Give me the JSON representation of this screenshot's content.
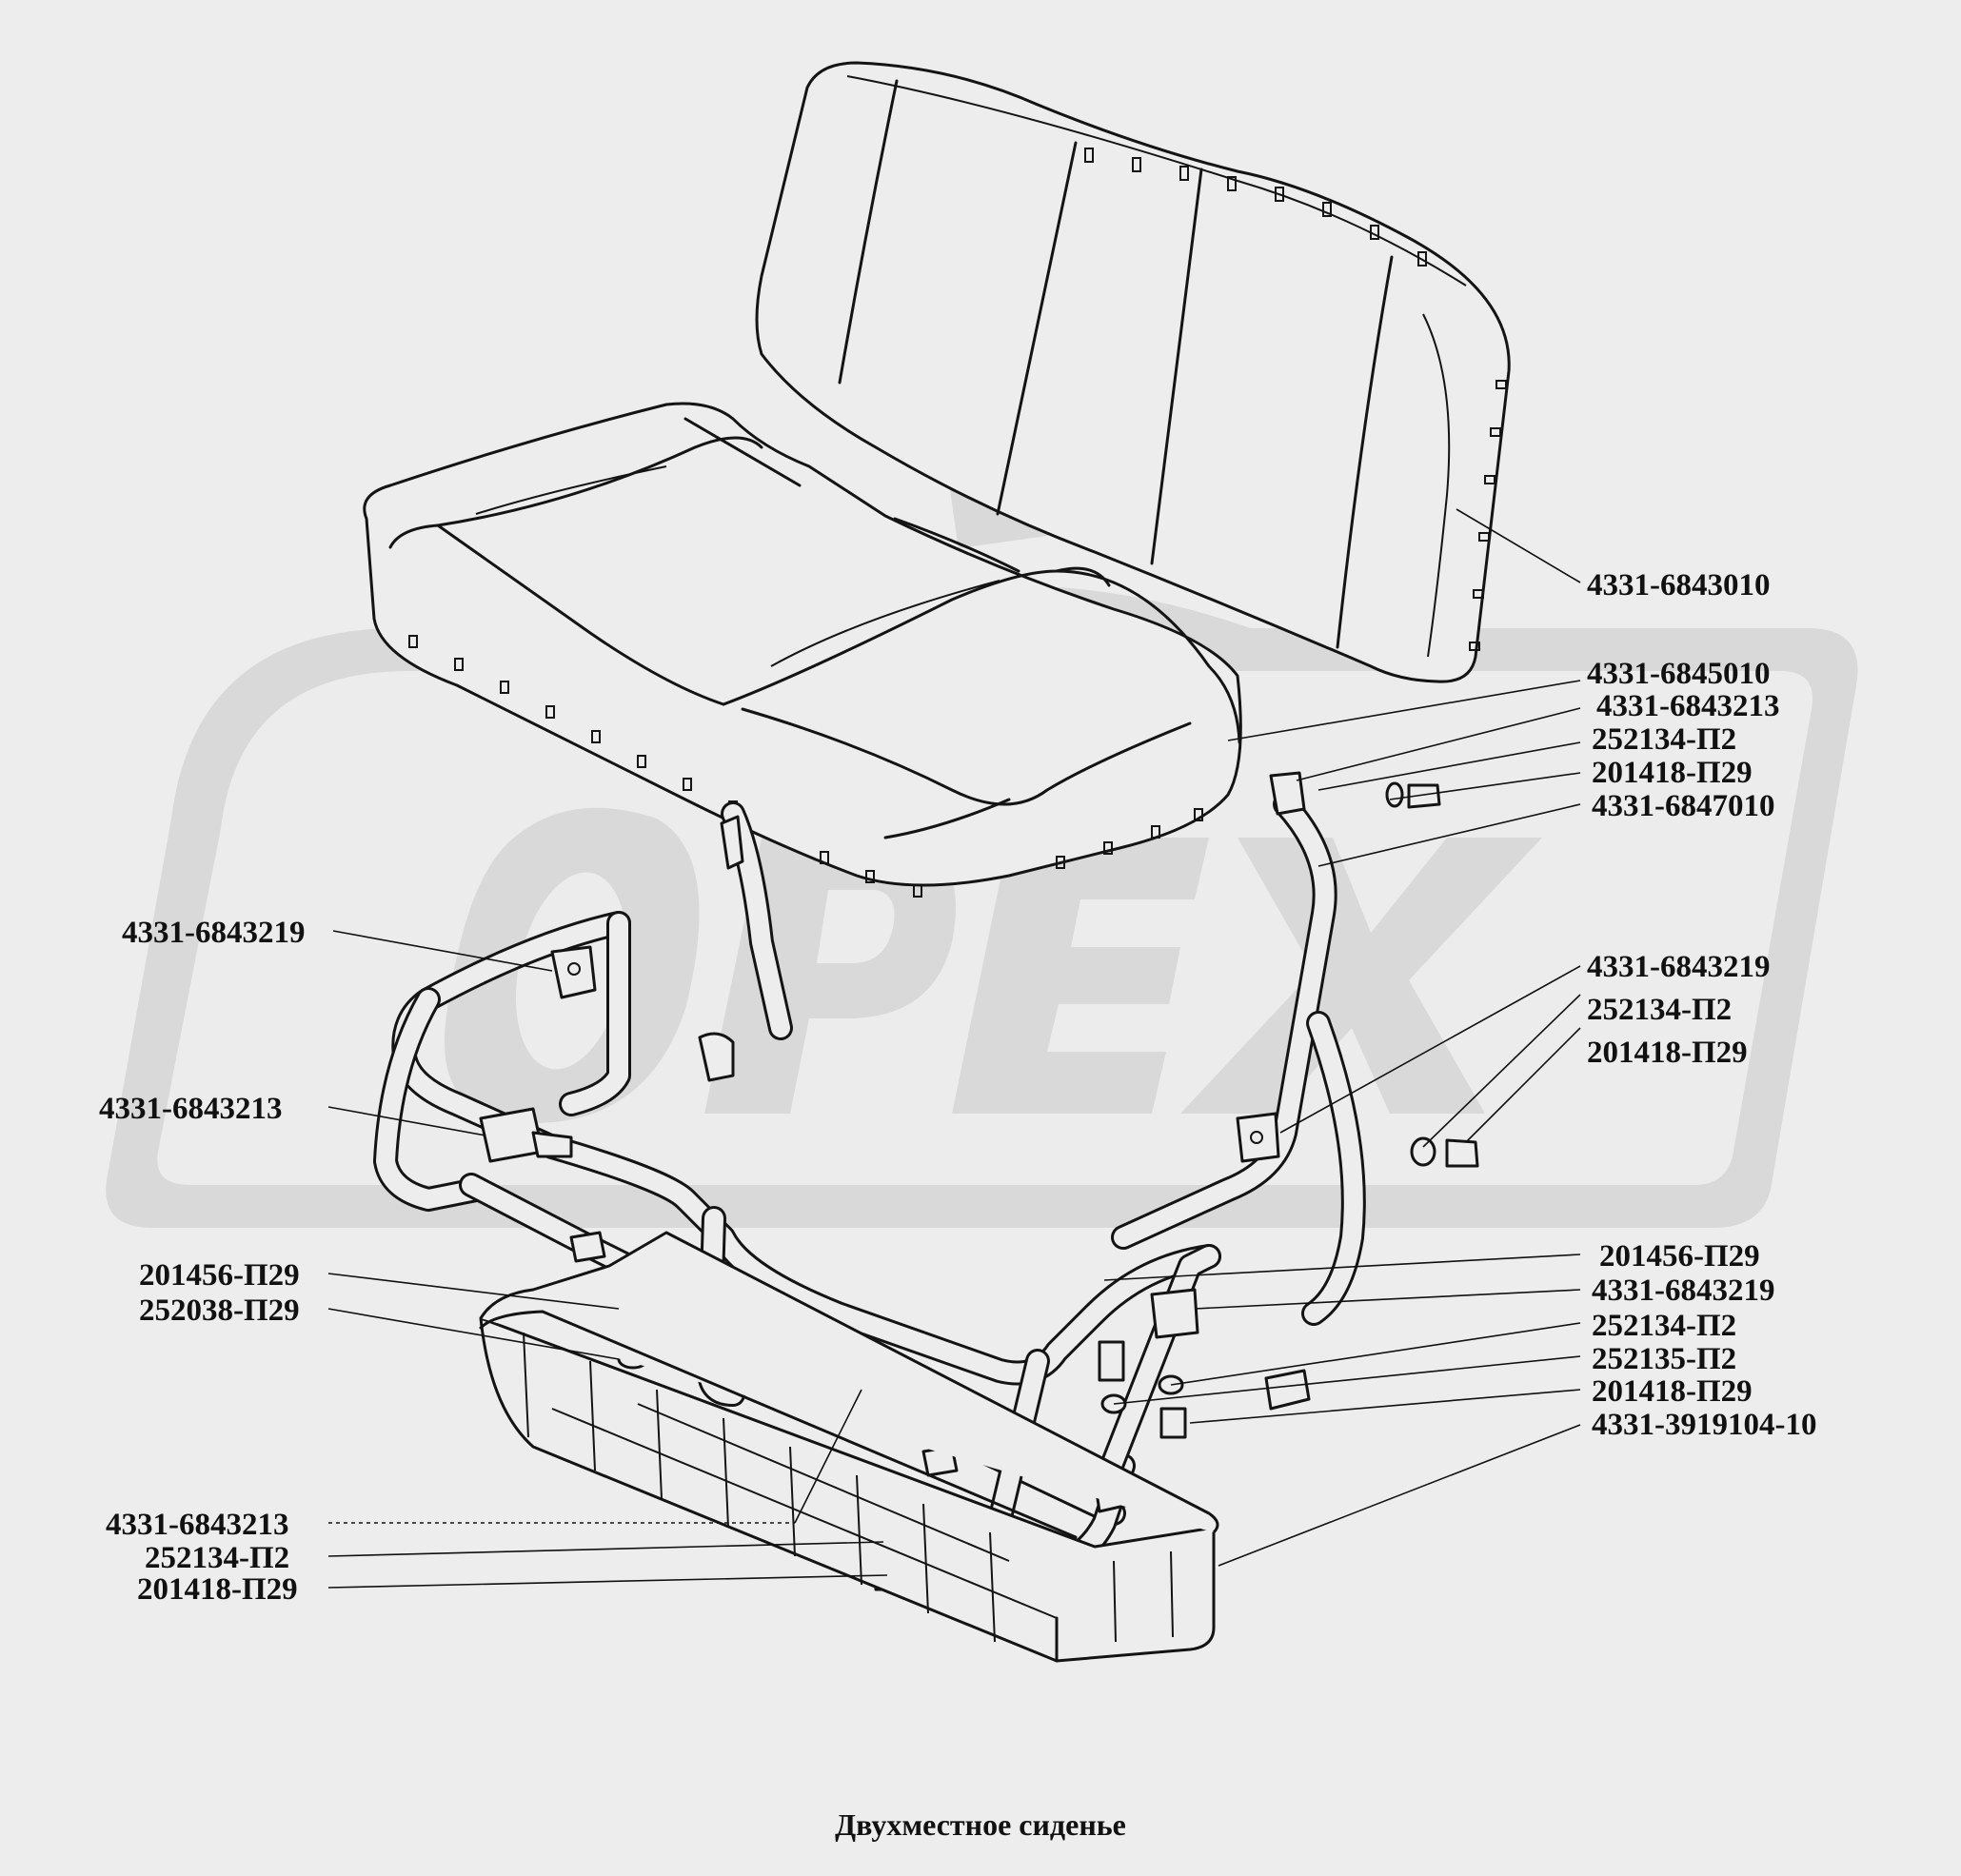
{
  "caption": "Двухместное сиденье",
  "watermark": "ОРЕХ",
  "colors": {
    "background": "#ededed",
    "ink": "#111111",
    "watermark": "#d9d9d9"
  },
  "labels": [
    {
      "id": "l1",
      "text": "4331-6843010"
    },
    {
      "id": "l2",
      "text": "4331-6845010"
    },
    {
      "id": "l3",
      "text": "4331-6843213"
    },
    {
      "id": "l4",
      "text": "252134-П2"
    },
    {
      "id": "l5",
      "text": "201418-П29"
    },
    {
      "id": "l6",
      "text": "4331-6847010"
    },
    {
      "id": "l7",
      "text": "4331-6843219"
    },
    {
      "id": "l8",
      "text": "252134-П2"
    },
    {
      "id": "l9",
      "text": "201418-П29"
    },
    {
      "id": "l10",
      "text": "201456-П29"
    },
    {
      "id": "l11",
      "text": "4331-6843219"
    },
    {
      "id": "l12",
      "text": "252134-П2"
    },
    {
      "id": "l13",
      "text": "252135-П2"
    },
    {
      "id": "l14",
      "text": "201418-П29"
    },
    {
      "id": "l15",
      "text": "4331-3919104-10"
    },
    {
      "id": "l16",
      "text": "4331-6843219"
    },
    {
      "id": "l17",
      "text": "4331-6843213"
    },
    {
      "id": "l18",
      "text": "201456-П29"
    },
    {
      "id": "l19",
      "text": "252038-П29"
    },
    {
      "id": "l20",
      "text": "4331-6843213"
    },
    {
      "id": "l21",
      "text": "252134-П2"
    },
    {
      "id": "l22",
      "text": "201418-П29"
    }
  ]
}
